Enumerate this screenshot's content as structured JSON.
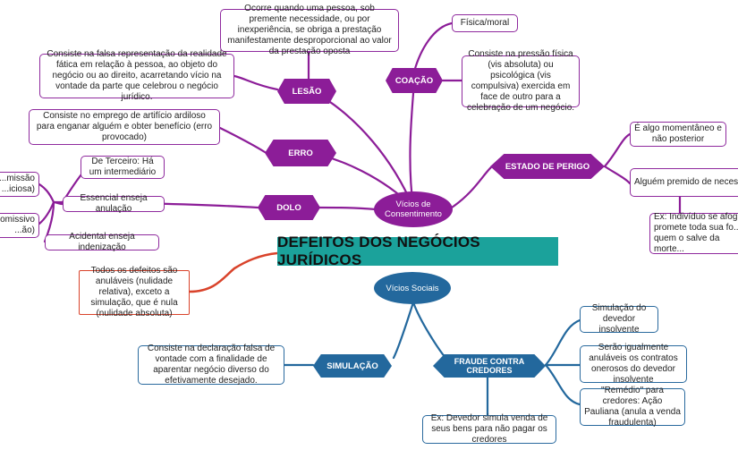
{
  "title": "DEFEITOS DOS NEGÓCIOS JURÍDICOS",
  "vicios_consentimento": {
    "label": "Vícios de Consentimento",
    "lesao": {
      "label": "LESÃO",
      "definicao": "Ocorre quando uma pessoa, sob premente necessidade, ou por inexperiência, se obriga a prestação manifestamente desproporcional ao valor da prestação oposta"
    },
    "coacao": {
      "label": "COAÇÃO",
      "tipo": "Física/moral",
      "definicao": "Consiste na pressão física (vis absoluta) ou psicológica (vis compulsiva) exercida em face de outro para a celebração de um negócio."
    },
    "dolo_falsa": "Consiste na falsa representação da realidade fática em relação à pessoa, ao objeto do negócio ou ao direito, acarretando vício na vontade da parte que celebrou o negócio jurídico.",
    "erro": {
      "label": "ERRO",
      "definicao": "Consiste no emprego de artifício ardiloso para enganar alguém e obter benefício (erro provocado)"
    },
    "dolo": {
      "label": "DOLO",
      "terceiro": "De Terceiro: Há um intermediário",
      "essencial": "Essencial enseja anulação",
      "acidental": "Acidental enseja indenização",
      "omissao": "...missão\n...iciosa)",
      "comissivo": "...omissivo\n...ão)"
    },
    "estado_perigo": {
      "label": "ESTADO DE PERIGO",
      "momentaneo": "É algo momentâneo e não posterior",
      "premido": "Alguém premido de necessi... obrigação execessivamen...",
      "exemplo": "Ex: Indivíduo se afog... promete toda sua fo... quem o salve da morte..."
    }
  },
  "anulaveis": "Todos os defeitos são anuláveis (nulidade relativa), exceto a simulação, que é nula (nulidade absoluta)",
  "vicios_sociais": {
    "label": "Vícios Sociais",
    "simulacao": {
      "label": "SIMULAÇÃO",
      "definicao": "Consiste na declaração falsa de vontade com a finalidade de aparentar negócio diverso do efetivamente desejado."
    },
    "fraude": {
      "label": "FRAUDE CONTRA CREDORES",
      "simulacao_devedor": "Simulação do devedor insolvente",
      "anulaveis": "Serão igualmente anuláveis os contratos onerosos do devedor insolvente",
      "remedio": "\"Remédio\" para credores: Ação Pauliana (anula a venda fraudulenta)",
      "exemplo": "Ex: Devedor simula venda de seus bens para não pagar os credores"
    }
  },
  "colors": {
    "purple": "#8c1d98",
    "blue": "#23689d",
    "teal": "#1ba29b",
    "red": "#d9432b"
  }
}
